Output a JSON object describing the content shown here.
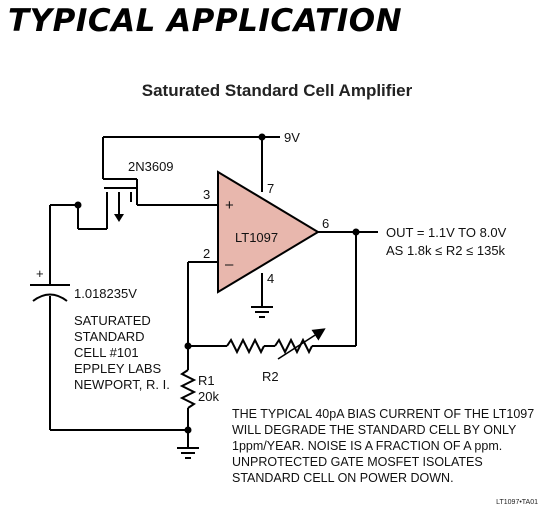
{
  "header": {
    "title": "TYPICAL APPLICATION"
  },
  "diagram": {
    "title": "Saturated Standard Cell Amplifier"
  },
  "colors": {
    "opamp_fill": "#e8b7ad"
  },
  "components": {
    "opamp": {
      "label": "LT1097",
      "pin_noninv": "3",
      "pin_inv": "2",
      "pin_vplus": "7",
      "pin_vminus": "4",
      "pin_out": "6",
      "sym_plus": "+",
      "sym_minus": "–"
    },
    "mosfet": {
      "label": "2N3609"
    },
    "supply": {
      "label": "9V"
    },
    "cell": {
      "value": "1.018235V",
      "plus": "+",
      "description": [
        "SATURATED",
        "STANDARD",
        "CELL #101",
        "EPPLEY LABS",
        "NEWPORT, R. I."
      ]
    },
    "r1": {
      "name": "R1",
      "value": "20k"
    },
    "r2": {
      "name": "R2"
    },
    "output": {
      "line1": "OUT = 1.1V TO 8.0V",
      "line2": "AS 1.8k ≤ R2 ≤ 135k"
    }
  },
  "caption": [
    "THE TYPICAL 40pA BIAS CURRENT OF THE LT1097",
    "WILL DEGRADE THE STANDARD CELL BY ONLY",
    "1ppm/YEAR. NOISE IS A FRACTION OF A ppm.",
    "UNPROTECTED GATE MOSFET ISOLATES",
    "STANDARD CELL ON POWER DOWN."
  ],
  "figure_ref": "LT1097•TA01"
}
